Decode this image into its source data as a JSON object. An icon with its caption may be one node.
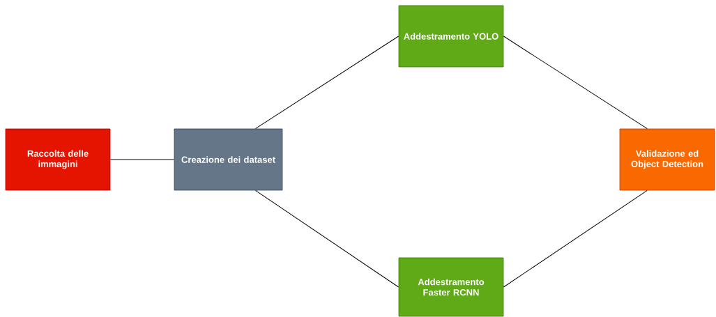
{
  "diagram": {
    "nodes": [
      {
        "text": [
          "Raccolta delle immagini"
        ]
      },
      {
        "text": [
          "Creazione dei dataset"
        ]
      },
      {
        "text": [
          "Addestramento YOLO"
        ]
      },
      {
        "text": [
          "Addestramento Faster RCNN"
        ]
      },
      {
        "text": [
          "Validazione ed Object Detection"
        ]
      }
    ],
    "edges": [
      {
        "from": 0,
        "to": 1,
        "arrow": "none"
      },
      {
        "from": 1,
        "to": 2,
        "arrow": "none"
      },
      {
        "from": 1,
        "to": 3,
        "arrow": "none"
      },
      {
        "from": 2,
        "to": 4,
        "arrow": "none"
      },
      {
        "from": 3,
        "to": 4,
        "arrow": "none"
      }
    ]
  }
}
